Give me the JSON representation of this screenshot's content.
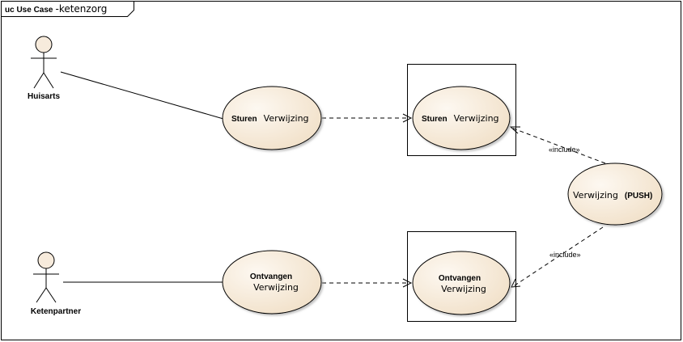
{
  "diagram": {
    "frame": {
      "kind_label": "uc Use Case",
      "name_label": "-ketenzorg"
    },
    "actors": [
      {
        "id": "huisarts",
        "label": "Huisarts"
      },
      {
        "id": "ketenpartner",
        "label": "Ketenpartner"
      }
    ],
    "use_cases": [
      {
        "id": "uc-sturen-1",
        "bold": "Sturen",
        "text": "Verwijzing"
      },
      {
        "id": "uc-sturen-2",
        "bold": "Sturen",
        "text": "Verwijzing"
      },
      {
        "id": "uc-ontvangen-1",
        "bold": "Ontvangen",
        "text": "Verwijzing"
      },
      {
        "id": "uc-ontvangen-2",
        "bold": "Ontvangen",
        "text": "Verwijzing"
      },
      {
        "id": "uc-push",
        "bold": "(PUSH)",
        "text": "Verwijzing"
      }
    ],
    "include_labels": [
      "«include»",
      "«include»"
    ],
    "colors": {
      "ellipse_fill": "#f7ebdc",
      "ellipse_stroke": "#000000",
      "actor_fill": "#f7ebdc"
    }
  }
}
